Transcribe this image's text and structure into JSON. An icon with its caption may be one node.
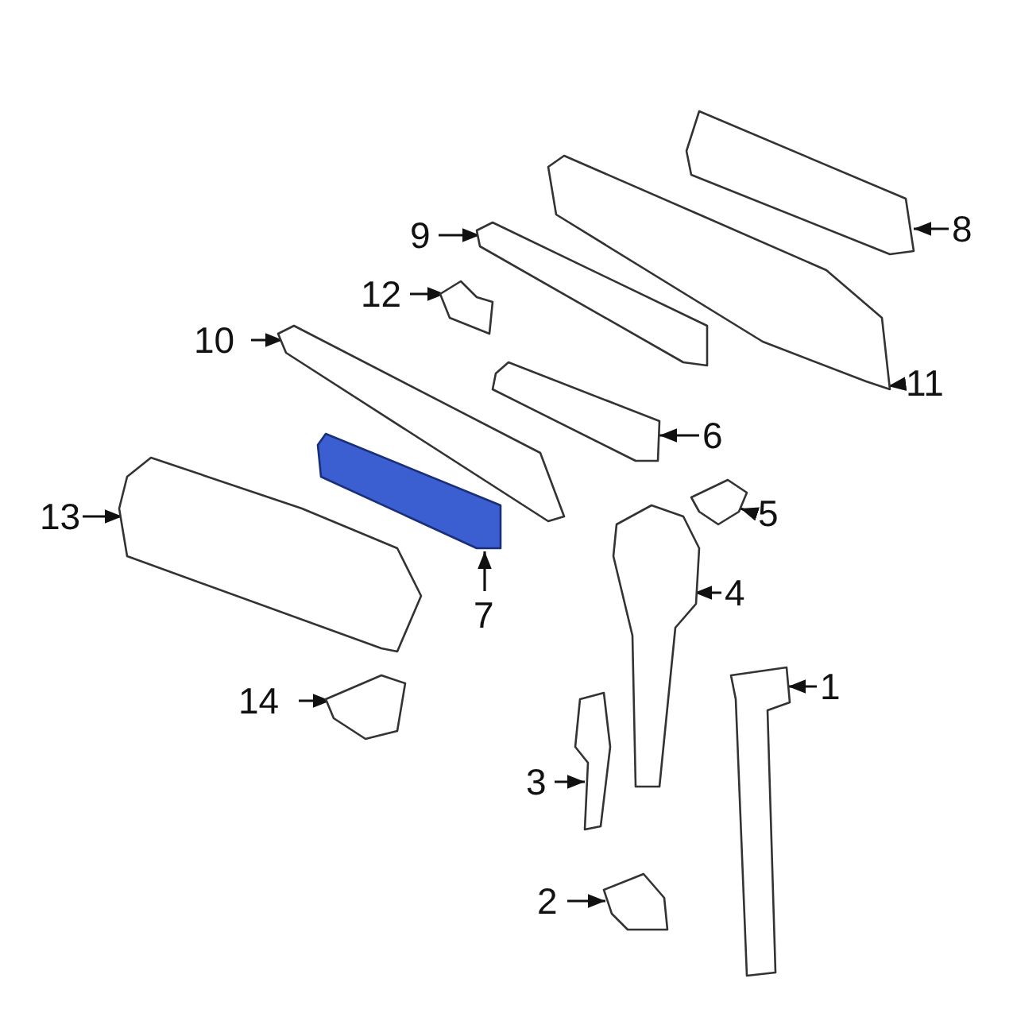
{
  "diagram": {
    "nodes": [
      {
        "text": [
          "1"
        ]
      },
      {
        "text": [],
        "shape": "picture"
      },
      {
        "text": [
          "2"
        ]
      },
      {
        "text": [],
        "shape": "picture"
      },
      {
        "text": [
          "3"
        ]
      },
      {
        "text": [],
        "shape": "picture"
      },
      {
        "text": [
          "4"
        ]
      },
      {
        "text": [],
        "shape": "picture"
      },
      {
        "text": [
          "5"
        ]
      },
      {
        "text": [],
        "shape": "picture"
      },
      {
        "text": [
          "6"
        ]
      },
      {
        "text": [],
        "shape": "picture"
      },
      {
        "text": [
          "7"
        ]
      },
      {
        "text": [],
        "shape": "picture"
      },
      {
        "text": [
          "8"
        ]
      },
      {
        "text": [],
        "shape": "picture"
      },
      {
        "text": [
          "9"
        ]
      },
      {
        "text": [],
        "shape": "picture"
      },
      {
        "text": [
          "10"
        ]
      },
      {
        "text": [],
        "shape": "picture"
      },
      {
        "text": [
          "11"
        ]
      },
      {
        "text": [],
        "shape": "picture"
      },
      {
        "text": [
          "12"
        ]
      },
      {
        "text": [],
        "shape": "picture"
      },
      {
        "text": [
          "13"
        ]
      },
      {
        "text": [],
        "shape": "picture"
      },
      {
        "text": [
          "14"
        ]
      },
      {
        "text": [],
        "shape": "picture"
      }
    ],
    "edges": [
      {
        "from": 0,
        "to": 1,
        "arrow": "to"
      },
      {
        "from": 2,
        "to": 3,
        "arrow": "to"
      },
      {
        "from": 4,
        "to": 5,
        "arrow": "to"
      },
      {
        "from": 6,
        "to": 7,
        "arrow": "to"
      },
      {
        "from": 8,
        "to": 9,
        "arrow": "to"
      },
      {
        "from": 10,
        "to": 11,
        "arrow": "to"
      },
      {
        "from": 12,
        "to": 13,
        "arrow": "to"
      },
      {
        "from": 14,
        "to": 15,
        "arrow": "to"
      },
      {
        "from": 16,
        "to": 17,
        "arrow": "to"
      },
      {
        "from": 18,
        "to": 19,
        "arrow": "to"
      },
      {
        "from": 20,
        "to": 21,
        "arrow": "to"
      },
      {
        "from": 22,
        "to": 23,
        "arrow": "to"
      },
      {
        "from": 24,
        "to": 25,
        "arrow": "to"
      },
      {
        "from": 26,
        "to": 27,
        "arrow": "to"
      }
    ]
  }
}
